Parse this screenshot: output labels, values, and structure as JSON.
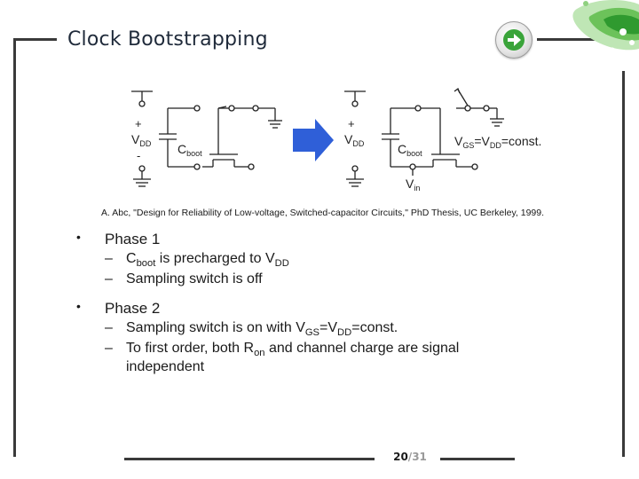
{
  "slide": {
    "title": "Clock Bootstrapping",
    "citation": "A. Abc, \"Design for Reliability of Low-voltage, Switched-capacitor Circuits,\" PhD Thesis, UC Berkeley, 1999.",
    "page_current": "20",
    "page_sep": "/",
    "page_total": "31"
  },
  "circuit_left": {
    "plus": "+",
    "minus": "-",
    "vdd_main": "V",
    "vdd_sub": "DD",
    "cboot_main": "C",
    "cboot_sub": "boot"
  },
  "circuit_right": {
    "plus": "+",
    "vdd_main": "V",
    "vdd_sub": "DD",
    "cboot_main": "C",
    "cboot_sub": "boot",
    "vin_main": "V",
    "vin_sub": "in",
    "vgs_main": "V",
    "vgs_sub": "GS",
    "vgs_mid": "=V",
    "vgs_sub2": "DD",
    "vgs_end": "=const."
  },
  "bullets": {
    "phase1": "Phase 1",
    "p1_item1_a": "C",
    "p1_item1_sub": "boot",
    "p1_item1_b": " is precharged to V",
    "p1_item1_sub2": "DD",
    "p1_item2": "Sampling switch is off",
    "phase2": "Phase 2",
    "p2_item1_a": "Sampling switch is on with V",
    "p2_item1_sub": "GS",
    "p2_item1_b": "=V",
    "p2_item1_sub2": "DD",
    "p2_item1_c": "=const.",
    "p2_item2_a": "To first order, both R",
    "p2_item2_sub": "on",
    "p2_item2_b": " and channel charge are signal independent"
  },
  "colors": {
    "arrow_blue": "#2f5fd8",
    "nav_green": "#3aa43a",
    "frame": "#3a3a3a"
  },
  "icons": {
    "nav": "arrow-right-icon",
    "transition": "big-right-arrow-icon"
  }
}
